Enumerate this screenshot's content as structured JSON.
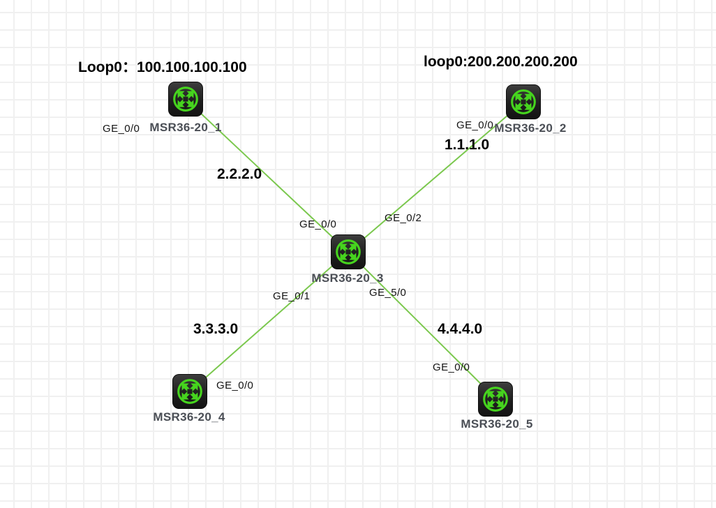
{
  "canvas": {
    "background": "#ffffff",
    "grid_color": "#f0f0f0"
  },
  "colors": {
    "link_green": "#7bc84e",
    "icon_green": "#46d41e",
    "icon_body_dark": "#1c1c1c",
    "node_name_gray": "#4a4e55"
  },
  "annotations": {
    "r1_loopback": "Loop0：100.100.100.100",
    "r2_loopback": "loop0:200.200.200.200"
  },
  "nodes": {
    "r1": {
      "name": "MSR36-20_1"
    },
    "r2": {
      "name": "MSR36-20_2"
    },
    "r3": {
      "name": "MSR36-20_3"
    },
    "r4": {
      "name": "MSR36-20_4"
    },
    "r5": {
      "name": "MSR36-20_5"
    }
  },
  "interface_labels": {
    "r1_ge0_0": "GE_0/0",
    "r2_ge0_0": "GE_0/0",
    "r3_ge0_0": "GE_0/0",
    "r3_ge0_2": "GE_0/2",
    "r3_ge0_1": "GE_0/1",
    "r3_ge5_0": "GE_5/0",
    "r4_ge0_0": "GE_0/0",
    "r5_ge0_0": "GE_0/0"
  },
  "network_labels": {
    "link_r1_r3": "2.2.2.0",
    "link_r2_r3": "1.1.1.0",
    "link_r4_r3": "3.3.3.0",
    "link_r5_r3": "4.4.4.0"
  }
}
